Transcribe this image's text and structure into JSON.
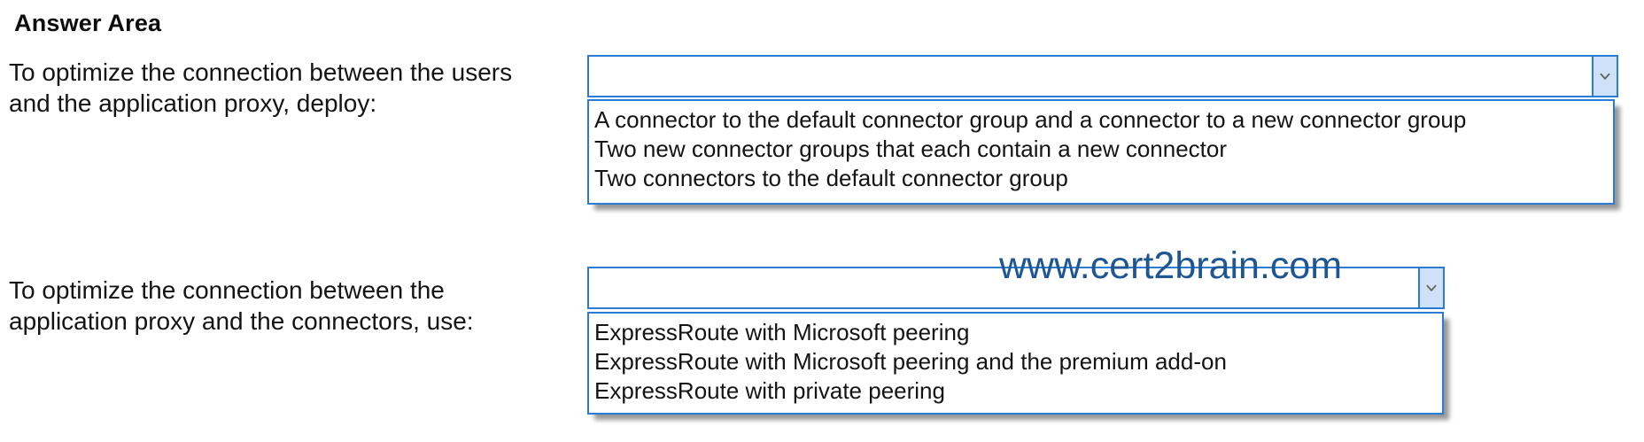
{
  "title": "Answer Area",
  "watermark": {
    "text": "www.cert2brain.com",
    "color": "#1e5693"
  },
  "questions": [
    {
      "prompt_lines": [
        "To optimize the connection between the users",
        "and the application proxy, deploy:"
      ],
      "dropdown": {
        "value": "",
        "state": "open",
        "options": [
          "A connector to the default connector group and a connector to a new connector group",
          "Two new connector groups that each contain a new connector",
          "Two connectors to the default connector group"
        ]
      }
    },
    {
      "prompt_lines": [
        "To optimize the connection between the",
        "application proxy and the connectors, use:"
      ],
      "dropdown": {
        "value": "",
        "state": "open",
        "options": [
          "ExpressRoute with Microsoft peering",
          "ExpressRoute with Microsoft peering and the premium add-on",
          "ExpressRoute with private peering"
        ]
      }
    }
  ],
  "colors": {
    "border_blue": "#2b7cd6",
    "dropdown_button_fill": "#cfe1f6",
    "chevron_gray": "#5f5f5f",
    "watermark_blue": "#1e5693",
    "text_black": "#141414"
  }
}
